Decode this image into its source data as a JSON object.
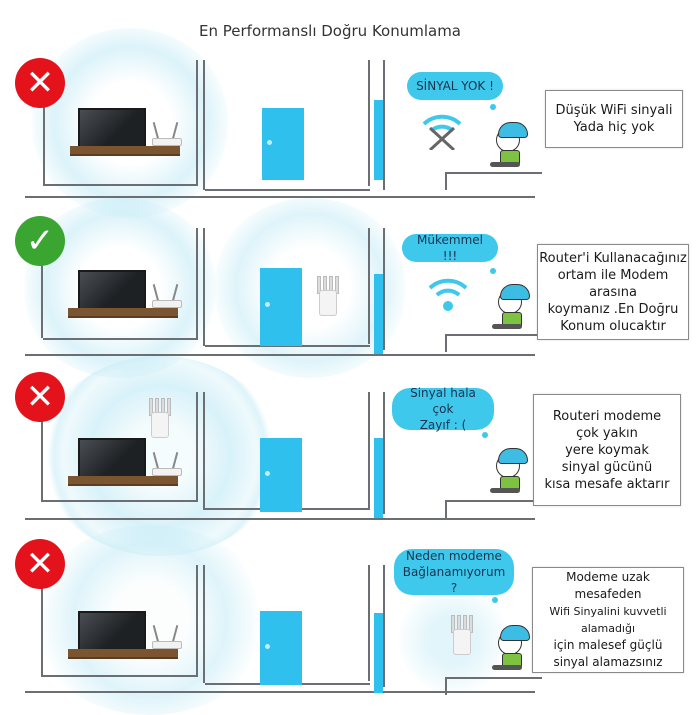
{
  "title": "En Performanslı Doğru Konumlama",
  "colors": {
    "wrong_badge": "#e3121b",
    "right_badge": "#3aa531",
    "door": "#2fc0ee",
    "bubble": "#3dc8ec",
    "signal_glow": "#bfe9f5",
    "wall": "#6b6f73",
    "shelf": "#7a5530"
  },
  "panels": [
    {
      "status": "wrong",
      "badge_icon": "x-mark-icon",
      "badge_glyph": "✕",
      "extender_position": "none",
      "bubble_text": "SİNYAL YOK !",
      "wifi_icon": "wifi-crossed-icon",
      "note_lines": [
        "Düşük WiFi sinyali",
        "Yada hiç yok"
      ]
    },
    {
      "status": "correct",
      "badge_icon": "checkmark-icon",
      "badge_glyph": "✓",
      "extender_position": "between-rooms",
      "bubble_text": "Mükemmel !!!",
      "wifi_icon": "wifi-full-icon",
      "note_lines": [
        "Router'i Kullanacağınız",
        "ortam ile Modem arasına",
        "koymanız .En Doğru",
        "Konum olucaktır"
      ]
    },
    {
      "status": "wrong",
      "badge_icon": "x-mark-icon",
      "badge_glyph": "✕",
      "extender_position": "next-to-modem",
      "bubble_text_lines": [
        "Sinyal hala çok",
        "Zayıf : ("
      ],
      "note_lines": [
        "Routeri modeme",
        "çok yakın",
        "yere koymak",
        "sinyal gücünü",
        "kısa mesafe aktarır"
      ]
    },
    {
      "status": "wrong",
      "badge_icon": "x-mark-icon",
      "badge_glyph": "✕",
      "extender_position": "far-room",
      "bubble_text_lines": [
        "Neden modeme",
        "Bağlanamıyorum ?"
      ],
      "note_lines": [
        "Modeme uzak mesafeden",
        "Wifi Sinyalini kuvvetli alamadığı",
        "için malesef güçlü",
        "sinyal alamazsınız"
      ]
    }
  ]
}
